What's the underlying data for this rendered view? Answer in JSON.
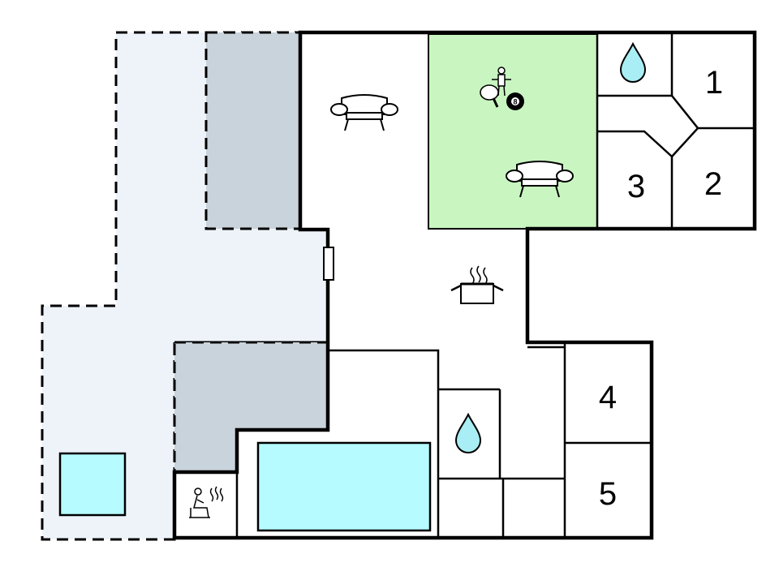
{
  "diagram": {
    "type": "floor-plan",
    "colors": {
      "terrace": "#eef3fa",
      "covered": "#c8d3db",
      "activity_room": "#c8f5c0",
      "pool": "#b6fbff",
      "wall": "#000000",
      "water_drop": "#a8eef4"
    },
    "rooms": {
      "bedroom_1": "1",
      "bedroom_2": "2",
      "bedroom_3": "3",
      "bedroom_4": "4",
      "bedroom_5": "5"
    },
    "icons": {
      "sofa_1": "sofa-icon",
      "sofa_2": "sofa-icon",
      "games": "games-icon",
      "billiard_ball": "8",
      "kitchen": "cooking-pot-icon",
      "bathroom_1": "water-drop-icon",
      "bathroom_2": "water-drop-icon",
      "sauna": "sauna-icon",
      "pool": "pool",
      "hot_tub": "hot-tub"
    }
  }
}
